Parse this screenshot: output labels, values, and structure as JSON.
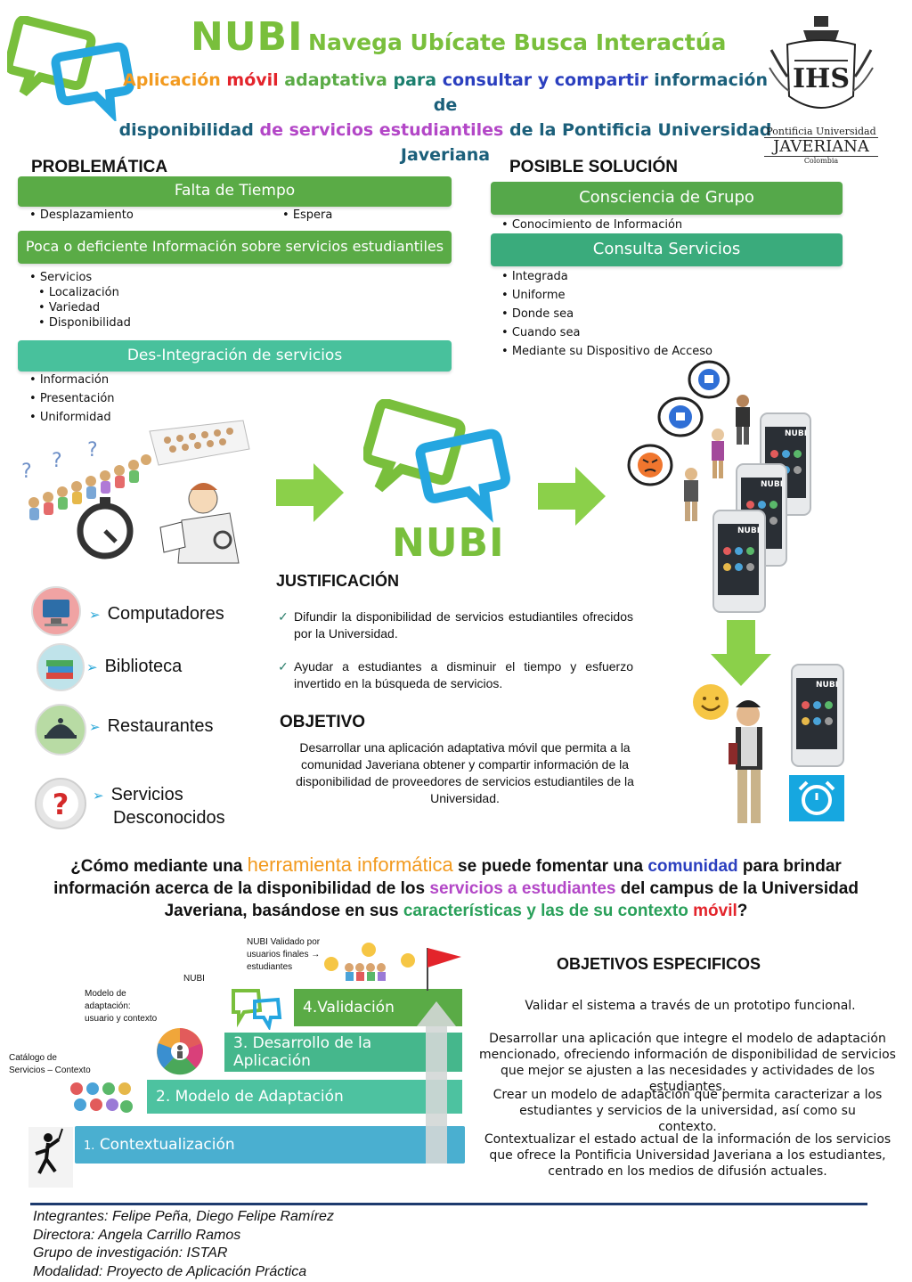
{
  "header": {
    "title_main": "NUBI",
    "title_tagline": "Navega Ubícate Busca Interactúa",
    "subtitle_line1": [
      {
        "text": "Aplicación ",
        "color": "#f29a1f"
      },
      {
        "text": "móvil ",
        "color": "#e3242b"
      },
      {
        "text": "adaptativa ",
        "color": "#5aab46"
      },
      {
        "text": "para ",
        "color": "#1b7f6e"
      },
      {
        "text": "consultar y compartir ",
        "color": "#2b3fbf"
      },
      {
        "text": "información de",
        "color": "#1b5f7a"
      }
    ],
    "subtitle_line2": [
      {
        "text": "disponibilidad ",
        "color": "#1b5f7a"
      },
      {
        "text": "de servicios estudiantiles ",
        "color": "#b347c7"
      },
      {
        "text": "de la Pontificia Universidad",
        "color": "#1b5f7a"
      }
    ],
    "subtitle_line3": "Javeriana",
    "logo": {
      "line1": "Pontificia Universidad",
      "line2": "JAVERIANA",
      "line3": "Colombia"
    }
  },
  "problematica": {
    "heading": "PROBLEMÁTICA",
    "bar1": "Falta de Tiempo",
    "bar1_items": [
      "Desplazamiento",
      "Espera"
    ],
    "bar2": "Poca o deficiente Información sobre servicios estudiantiles",
    "bar2_item": "Servicios",
    "bar2_subitems": [
      "Localización",
      "Variedad",
      "Disponibilidad"
    ],
    "bar3": "Des-Integración de servicios",
    "bar3_items": [
      "Información",
      "Presentación",
      "Uniformidad"
    ]
  },
  "solucion": {
    "heading": "POSIBLE SOLUCIÓN",
    "bar1": "Consciencia de Grupo",
    "bar1_items": [
      "Conocimiento de Información"
    ],
    "bar2": "Consulta Servicios",
    "bar2_items": [
      "Integrada",
      "Uniforme",
      "Donde sea",
      "Cuando sea",
      "Mediante su Dispositivo de Acceso"
    ]
  },
  "nubi_logo_text": "NUBI",
  "phone_label": "NUBI",
  "categories": [
    "Computadores",
    "Biblioteca",
    "Restaurantes",
    "Servicios",
    "Desconocidos"
  ],
  "justificacion": {
    "heading": "JUSTIFICACIÓN",
    "items": [
      "Difundir la disponibilidad de servicios estudiantiles ofrecidos por la Universidad.",
      "Ayudar a estudiantes a disminuir el tiempo y esfuerzo invertido en la búsqueda de servicios."
    ]
  },
  "objetivo": {
    "heading": "OBJETIVO",
    "text": "Desarrollar una aplicación adaptativa móvil que permita a la comunidad Javeriana obtener y compartir información de la disponibilidad de proveedores de servicios estudiantiles de la Universidad."
  },
  "question": {
    "line1": [
      {
        "text": "¿Cómo mediante una ",
        "color": "#111111",
        "big": false
      },
      {
        "text": "herramienta informática",
        "color": "#f29a1f",
        "big": true
      },
      {
        "text": " se puede fomentar una ",
        "color": "#111111",
        "big": false
      },
      {
        "text": "comunidad",
        "color": "#2b3fbf",
        "big": false
      },
      {
        "text": " para brindar",
        "color": "#111111",
        "big": false
      }
    ],
    "line2": [
      {
        "text": "información acerca de la disponibilidad de los ",
        "color": "#111111"
      },
      {
        "text": "servicios a estudiantes",
        "color": "#b347c7"
      },
      {
        "text": " del campus de la Universidad",
        "color": "#111111"
      }
    ],
    "line3": [
      {
        "text": "Javeriana, basándose en sus ",
        "color": "#111111"
      },
      {
        "text": "características y las de su contexto ",
        "color": "#2aa05a"
      },
      {
        "text": "móvil",
        "color": "#e3242b"
      },
      {
        "text": "?",
        "color": "#111111"
      }
    ]
  },
  "steps": {
    "s1_num": "1.",
    "s1": "Contextualización",
    "s2": "2. Modelo de Adaptación",
    "s3_line1": "3.  Desarrollo  de  la",
    "s3_line2": "Aplicación",
    "s4": "4.Validación",
    "note_catalogo": [
      "Catálogo de",
      "Servicios – Contexto"
    ],
    "note_modelo": [
      "Modelo de",
      "adaptación:",
      "usuario y contexto"
    ],
    "note_nubi": "NUBI",
    "note_validado": [
      "NUBI Validado por",
      "usuarios finales →",
      "estudiantes"
    ]
  },
  "objetivos_especificos": {
    "heading": "OBJETIVOS ESPECIFICOS",
    "items": [
      "Validar el sistema a través de un prototipo funcional.",
      "Desarrollar una aplicación que integre el modelo de adaptación mencionado, ofreciendo información de disponibilidad de servicios que mejor se ajusten a las necesidades y actividades de los estudiantes.",
      "Crear un modelo de adaptación que permita caracterizar a los estudiantes y servicios de la universidad, así como su contexto.",
      "Contextualizar el estado actual de la información de los servicios que ofrece la Pontificia Universidad Javeriana a los estudiantes, centrado en los medios de difusión actuales."
    ]
  },
  "footer": {
    "integrantes": "Integrantes: Felipe Peña, Diego Felipe Ramírez",
    "directora": "Directora: Angela Carrillo Ramos",
    "grupo": "Grupo de investigación: ISTAR",
    "modalidad": "Modalidad: Proyecto de Aplicación Práctica"
  },
  "colors": {
    "green": "#5aab46",
    "teal": "#3aab7c",
    "mint": "#48c19c",
    "blue_bar": "#4aafd0",
    "accent_blue": "#2aa7d8",
    "footer_rule": "#1d3a6e"
  }
}
